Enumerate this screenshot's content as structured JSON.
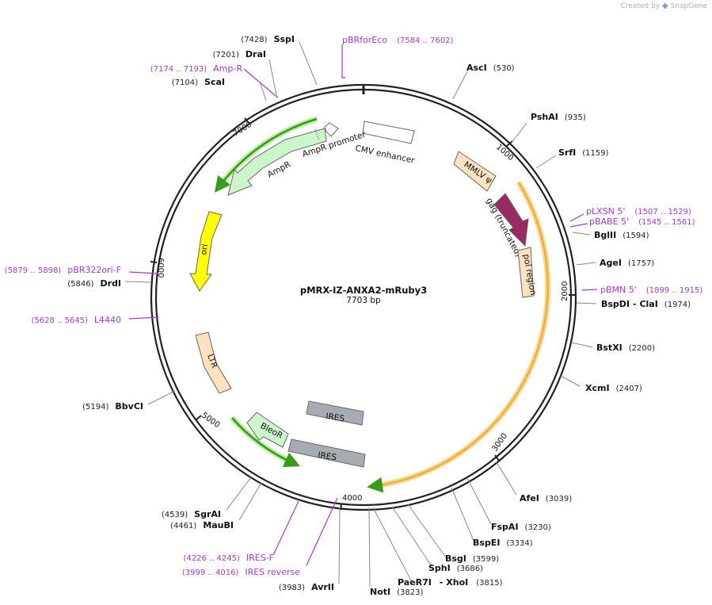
{
  "branding": {
    "created_by": "Created by",
    "product": "SnapGene"
  },
  "plasmid": {
    "name": "pMRX-IZ-ANXA2-mRuby3",
    "length_label": "7703 bp",
    "length": 7703
  },
  "ticks": [
    "1000",
    "2000",
    "3000",
    "4000",
    "5000",
    "6000",
    "7000"
  ],
  "enzymes": [
    {
      "name": "AscI",
      "pos": "(530)"
    },
    {
      "name": "PshAI",
      "pos": "(935)"
    },
    {
      "name": "SrfI",
      "pos": "(1159)"
    },
    {
      "name": "BglII",
      "pos": "(1594)"
    },
    {
      "name": "AgeI",
      "pos": "(1757)"
    },
    {
      "name": "BspDI",
      "name2": "ClaI",
      "pos": "(1974)"
    },
    {
      "name": "BstXI",
      "pos": "(2200)"
    },
    {
      "name": "XcmI",
      "pos": "(2407)"
    },
    {
      "name": "AfeI",
      "pos": "(3039)"
    },
    {
      "name": "FspAI",
      "pos": "(3230)"
    },
    {
      "name": "BspEI",
      "pos": "(3334)"
    },
    {
      "name": "BsgI",
      "pos": "(3599)"
    },
    {
      "name": "SphI",
      "pos": "(3686)"
    },
    {
      "name": "PaeR7I",
      "name2": "XhoI",
      "pos": "(3815)"
    },
    {
      "name": "NotI",
      "pos": "(3823)"
    },
    {
      "name": "AvrII",
      "pos": "(3983)"
    },
    {
      "name": "MauBI",
      "pos": "(4461)"
    },
    {
      "name": "SgrAI",
      "pos": "(4539)"
    },
    {
      "name": "BbvCI",
      "pos": "(5194)"
    },
    {
      "name": "DrdI",
      "pos": "(5846)"
    },
    {
      "name": "ScaI",
      "pos": "(7104)"
    },
    {
      "name": "DraI",
      "pos": "(7201)"
    },
    {
      "name": "SspI",
      "pos": "(7428)"
    }
  ],
  "primers": [
    {
      "name": "pBRforEco",
      "pos": "(7584 .. 7602)"
    },
    {
      "name": "Amp-R",
      "pos": "(7174 .. 7193)"
    },
    {
      "name": "pLXSN 5'",
      "pos": "(1507 .. 1529)"
    },
    {
      "name": "pBABE 5'",
      "pos": "(1545 .. 1561)"
    },
    {
      "name": "pBMN 5'",
      "pos": "(1899 .. 1915)"
    },
    {
      "name": "pBR322ori-F",
      "pos": "(5879 .. 5898)"
    },
    {
      "name": "L4440",
      "pos": "(5628 .. 5645)"
    },
    {
      "name": "IRES-F",
      "pos": "(4226 .. 4245)"
    },
    {
      "name": "IRES reverse",
      "pos": "(3999 .. 4016)"
    }
  ],
  "features": [
    {
      "name": "CMV enhancer",
      "color": "#ffffff"
    },
    {
      "name": "AmpR promoter",
      "color": "#ffffff"
    },
    {
      "name": "AmpR",
      "color": "#ccf5cc"
    },
    {
      "name": "ori",
      "color": "#ffff00"
    },
    {
      "name": "LTR",
      "color": "#fde2c0"
    },
    {
      "name": "BleoR",
      "color": "#ccf5cc"
    },
    {
      "name": "IRES",
      "color": "#a7acb3"
    },
    {
      "name": "IRES",
      "color": "#a7acb3"
    },
    {
      "name": "MMLV ψ",
      "color": "#fde2c0"
    },
    {
      "name": "gag (truncated)",
      "color": "#9a2a62"
    },
    {
      "name": "pol region",
      "color": "#fde2c0"
    }
  ],
  "colors": {
    "backbone": "#222222",
    "primer": "#a23ad2",
    "orf_orange": "#f0b030",
    "orf_green": "#3a9a1a"
  }
}
